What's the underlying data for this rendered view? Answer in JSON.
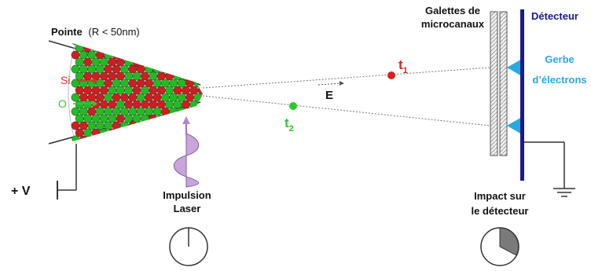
{
  "labels": {
    "tip": "Pointe",
    "tip_radius": "(R  < 50nm)",
    "si": "Si",
    "o": "O",
    "voltage": "+ V",
    "pulse_line1": "Impulsion",
    "pulse_line2": "Laser",
    "field": "E",
    "t1": "t",
    "t1_sub": "1",
    "t2": "t",
    "t2_sub": "2",
    "mcp_line1": "Galettes de",
    "mcp_line2": "microcanaux",
    "detector": "Détecteur",
    "cloud_line1": "Gerbe",
    "cloud_line2": "d’électrons",
    "impact_line1": "Impact sur",
    "impact_line2": "le détecteur"
  },
  "colors": {
    "si": "#cc1f1f",
    "o": "#22bb22",
    "si_label": "#e03030",
    "o_label": "#33cc33",
    "laser": "#a070c0",
    "laser_fill": "#b488cc",
    "detector": "#1a1a8a",
    "cloud": "#29a9e0",
    "ion_red": "#dd2020",
    "ion_green": "#2ec82e"
  }
}
